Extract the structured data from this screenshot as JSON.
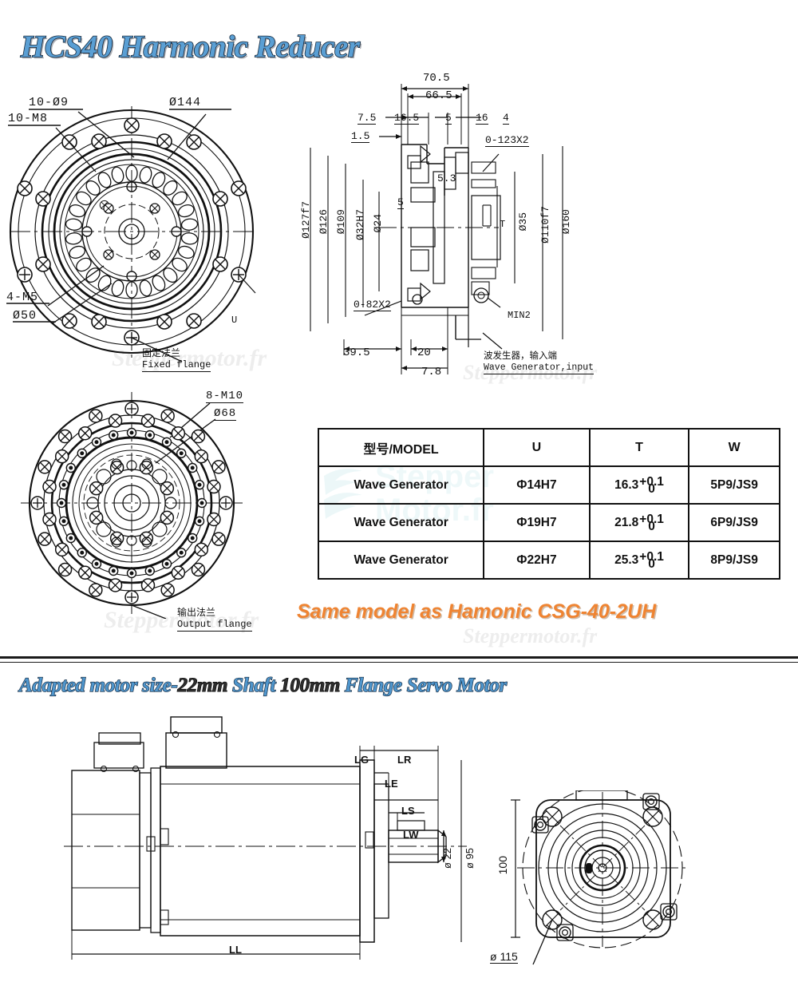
{
  "headings": {
    "main_title": "HCS40 Harmonic Reducer",
    "sub_title_words": [
      {
        "text": "Adapted motor size-",
        "style": "blue"
      },
      {
        "text": "22mm",
        "style": "dark"
      },
      {
        "text": " Shaft ",
        "style": "blue"
      },
      {
        "text": "100mm",
        "style": "dark"
      },
      {
        "text": " Flange Servo Motor",
        "style": "blue"
      }
    ],
    "sub_title_plain": "Adapted motor size-22mm Shaft 100mm Flange Servo Motor",
    "same_model_note": "Same model as Hamonic CSG-40-2UH"
  },
  "watermarks": {
    "text": "Steppermotor.fr",
    "logo_line1": "Stepper",
    "logo_line2": "Motor.fr"
  },
  "table": {
    "headers": [
      "型号/MODEL",
      "U",
      "T",
      "W"
    ],
    "rows": [
      {
        "model": "Wave Generator",
        "u": "Ф14H7",
        "t_value": "16.3",
        "t_upper": "+0.1",
        "t_lower": "0",
        "w": "5P9/JS9"
      },
      {
        "model": "Wave Generator",
        "u": "Ф19H7",
        "t_value": "21.8",
        "t_upper": "+0.1",
        "t_lower": "0",
        "w": "6P9/JS9"
      },
      {
        "model": "Wave Generator",
        "u": "Ф22H7",
        "t_value": "25.3",
        "t_upper": "+0.1",
        "t_lower": "0",
        "w": "8P9/JS9"
      }
    ]
  },
  "fixed_flange_view": {
    "labels": {
      "holes_9": "10-Ø9",
      "thread_m8": "10-M8",
      "outer_dia": "Ø144",
      "thread_m5": "4-M5",
      "inner_dia": "Ø50",
      "marker_u": "U",
      "caption_cn": "固定法兰",
      "caption_en": "Fixed flange"
    }
  },
  "output_flange_view": {
    "labels": {
      "thread_m10": "8-M10",
      "bolt_circle": "Ø68",
      "caption_cn": "输出法兰",
      "caption_en": "Output flange"
    }
  },
  "section_view": {
    "horizontal_dims": [
      "70.5",
      "66.5",
      "7.5",
      "16.5",
      "5",
      "16",
      "4",
      "1.5",
      "5.3",
      "5"
    ],
    "vertical_dims": [
      "Ø127f7",
      "Ø126",
      "Ø109",
      "Ø32H7",
      "Ø24",
      "Ø35",
      "Ø110f7",
      "Ø160"
    ],
    "bottom_dims": [
      "39.5",
      "20",
      "7.8"
    ],
    "callouts": {
      "oring_top": "0-123X2",
      "oring_bottom": "0-82X2",
      "min_chamfer": "MIN2",
      "t_mark": "T",
      "wave_gen_cn": "波发生器，输入端",
      "wave_gen_en": "Wave Generator,input"
    }
  },
  "motor_side_view": {
    "labels": [
      "LG",
      "LR",
      "LE",
      "LS",
      "LW",
      "LL"
    ],
    "shaft_dia": "ø 22",
    "body_dia": "ø 95"
  },
  "motor_front_view": {
    "flange_size": "100",
    "bolt_circle": "ø 115"
  },
  "colors": {
    "title_blue": "#5a9fd4",
    "title_outline": "#15273a",
    "accent_orange": "#ef8432",
    "line": "#111111",
    "watermark": "rgba(150,150,150,0.17)"
  }
}
